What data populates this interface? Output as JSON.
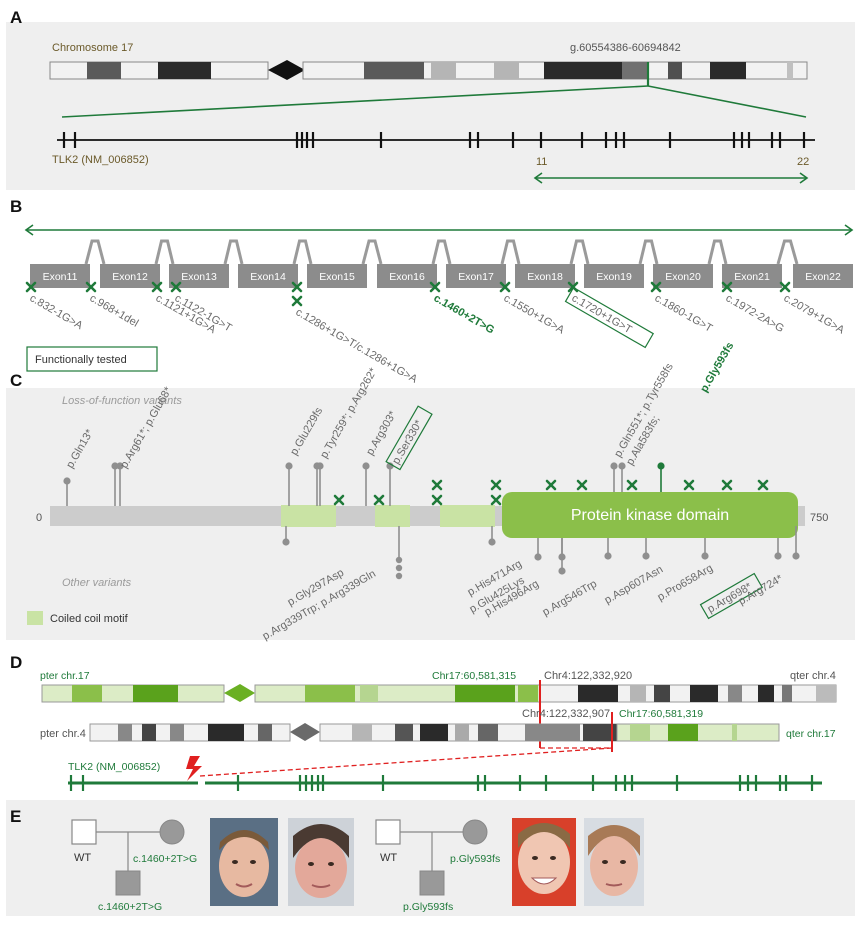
{
  "colors": {
    "green": "#1f7a3a",
    "mid_green": "#8bbf4a",
    "light_green": "#c9e3a4",
    "panel_bg": "#efefef",
    "grey_exon": "#8c8c8c",
    "red": "#e02020"
  },
  "panel_a": {
    "letter": "A",
    "chromosome_label": "Chromosome 17",
    "locus_label": "g.60554386-60694842",
    "gene_label": "TLK2 (NM_006852)",
    "exon_start_label": "11",
    "exon_end_label": "22"
  },
  "panel_b": {
    "letter": "B",
    "exons": [
      "Exon11",
      "Exon12",
      "Exon13",
      "Exon14",
      "Exon15",
      "Exon16",
      "Exon17",
      "Exon18",
      "Exon19",
      "Exon20",
      "Exon21",
      "Exon22"
    ],
    "variants": [
      {
        "label": "c.832-1G>A",
        "highlight": false,
        "boxed": false
      },
      {
        "label": "c.968+1del",
        "highlight": false,
        "boxed": false
      },
      {
        "label": "c.1121+1G>A",
        "highlight": false,
        "boxed": false
      },
      {
        "label": "c.1122-1G>T",
        "highlight": false,
        "boxed": false
      },
      {
        "label": "c.1286+1G>T/c.1286+1G>A",
        "highlight": false,
        "boxed": false
      },
      {
        "label": "c.1460+2T>G",
        "highlight": true,
        "boxed": false
      },
      {
        "label": "c.1550+1G>A",
        "highlight": false,
        "boxed": false
      },
      {
        "label": "c.1720+1G>T",
        "highlight": false,
        "boxed": true
      },
      {
        "label": "c.1860-1G>T",
        "highlight": false,
        "boxed": false
      },
      {
        "label": "c.1972-2A>G",
        "highlight": false,
        "boxed": false
      },
      {
        "label": "c.2079+1G>A",
        "highlight": false,
        "boxed": false
      }
    ],
    "legend_label": "Functionally tested"
  },
  "panel_c": {
    "letter": "C",
    "lof_title": "Loss-of-function variants",
    "other_title": "Other variants",
    "start_label": "0",
    "end_label": "750",
    "domain_label": "Protein kinase domain",
    "coil_legend": "Coiled coil motif",
    "lof_variants": [
      {
        "label": "p.Gln13*",
        "highlight": false,
        "boxed": false
      },
      {
        "label": "p.Arg61*; p.Glu68*",
        "highlight": false,
        "boxed": false
      },
      {
        "label": "p.Glu229fs",
        "highlight": false,
        "boxed": false
      },
      {
        "label": "p.Tyr259*; p.Arg262*",
        "highlight": false,
        "boxed": false
      },
      {
        "label": "p.Arg303*",
        "highlight": false,
        "boxed": false
      },
      {
        "label": "p.Ser330*",
        "highlight": false,
        "boxed": true
      },
      {
        "label": "p.Gln551*; p.Tyr558fs",
        "highlight": false,
        "boxed": false
      },
      {
        "label": "p.Ala583fs;",
        "highlight": false,
        "boxed": false
      },
      {
        "label": "p.Gly593fs",
        "highlight": true,
        "boxed": false
      }
    ],
    "other_variants": [
      {
        "label": "p.Gly297Asp",
        "boxed": false
      },
      {
        "label": "p.Arg339Trp; p.Arg339Gln",
        "boxed": false
      },
      {
        "label": "p.Glu425Lys",
        "boxed": false
      },
      {
        "label": "p.His471Arg",
        "boxed": false
      },
      {
        "label": "p.His496Arg",
        "boxed": false
      },
      {
        "label": "p.Arg546Trp",
        "boxed": false
      },
      {
        "label": "p.Asp607Asn",
        "boxed": false
      },
      {
        "label": "p.Pro658Arg",
        "boxed": false
      },
      {
        "label": "p.Arg698*",
        "boxed": true
      },
      {
        "label": "p.Arg724*",
        "boxed": false
      }
    ]
  },
  "panel_d": {
    "letter": "D",
    "pter17": "pter chr.17",
    "qter4": "qter chr.4",
    "bp1": "Chr17:60,581,315",
    "bp2": "Chr4:122,332,920",
    "pter4": "pter chr.4",
    "bp3": "Chr4:122,332,907",
    "bp4": "Chr17:60,581,319",
    "qter17": "qter chr.17",
    "gene_label": "TLK2 (NM_006852)"
  },
  "panel_e": {
    "letter": "E",
    "family1_father": "WT",
    "family1_mother": "c.1460+2T>G",
    "family1_child": "c.1460+2T>G",
    "family2_father": "WT",
    "family2_mother": "p.Gly593fs",
    "family2_child": "p.Gly593fs"
  }
}
